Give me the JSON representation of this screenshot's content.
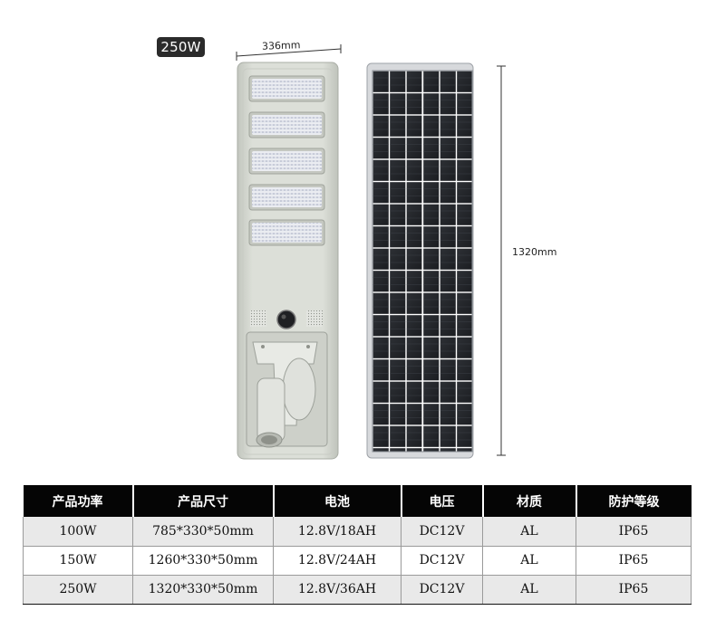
{
  "badge": {
    "power": "250W"
  },
  "dimensions": {
    "width": "336mm",
    "height": "1320mm"
  },
  "table": {
    "headers": [
      "产品功率",
      "产品尺寸",
      "电池",
      "电压",
      "材质",
      "防护等级"
    ],
    "rows": [
      [
        "100W",
        "785*330*50mm",
        "12.8V/18AH",
        "DC12V",
        "AL",
        "IP65"
      ],
      [
        "150W",
        "1260*330*50mm",
        "12.8V/24AH",
        "DC12V",
        "AL",
        "IP65"
      ],
      [
        "250W",
        "1320*330*50mm",
        "12.8V/36AH",
        "DC12V",
        "AL",
        "IP65"
      ]
    ]
  },
  "colors": {
    "lamp_body": "#d5d8d1",
    "solar_cell": "#23262b",
    "table_header": "#050505"
  }
}
